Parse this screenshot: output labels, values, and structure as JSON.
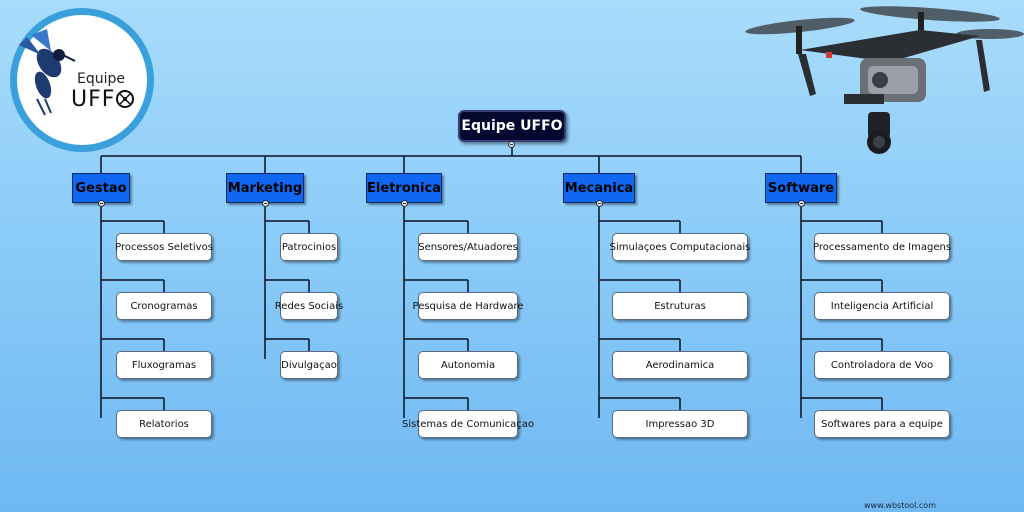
{
  "root": {
    "label": "Equipe UFFO"
  },
  "logo": {
    "text_top": "Equipe",
    "text_bottom": "UFF"
  },
  "categories": [
    {
      "label": "Gestao",
      "items": [
        "Processos Seletivos",
        "Cronogramas",
        "Fluxogramas",
        "Relatorios"
      ]
    },
    {
      "label": "Marketing",
      "items": [
        "Patrocinios",
        "Redes Sociais",
        "Divulgaçao"
      ]
    },
    {
      "label": "Eletronica",
      "items": [
        "Sensores/Atuadores",
        "Pesquisa de Hardware",
        "Autonomia",
        "Sistemas de Comunicaçao"
      ]
    },
    {
      "label": "Mecanica",
      "items": [
        "Simulaçoes Computacionais",
        "Estruturas",
        "Aerodinamica",
        "Impressao 3D"
      ]
    },
    {
      "label": "Software",
      "items": [
        "Processamento de Imagens",
        "Inteligencia Artificial",
        "Controladora de Voo",
        "Softwares para a equipe"
      ]
    }
  ],
  "footer": {
    "text": "www.wbstool.com"
  },
  "colors": {
    "root_bg": "#05082e",
    "category_bg": "#1167f0",
    "leaf_bg": "#ffffff",
    "background_top": "#a9dcfb",
    "background_bottom": "#6fb8f3",
    "logo_ring": "#3aa0dc"
  },
  "icons": {
    "logo": "hornet-logo-icon",
    "drone": "drone-icon",
    "collapse": "collapse-minus-icon"
  }
}
